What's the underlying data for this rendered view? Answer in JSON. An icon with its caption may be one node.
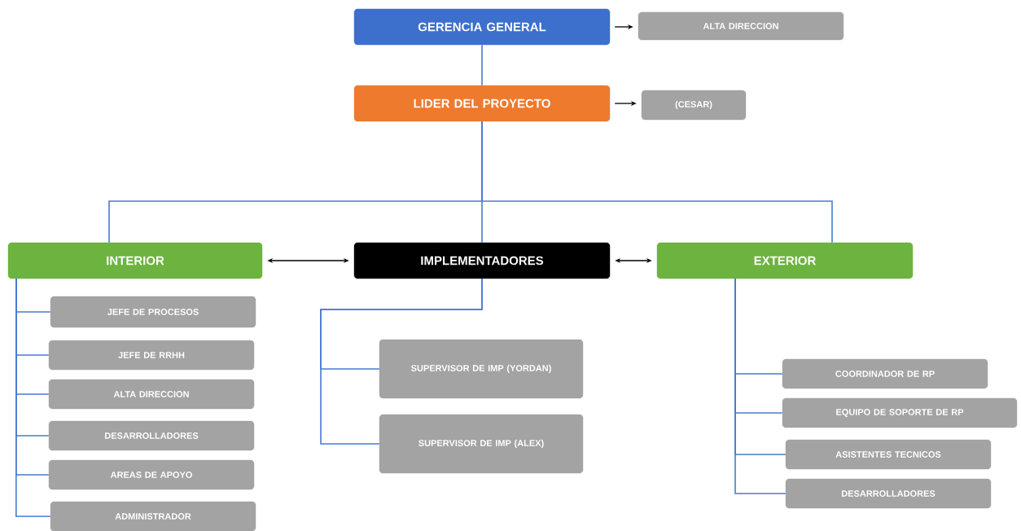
{
  "diagram": {
    "nodes": [
      {
        "text": [
          "GERENCIA GENERAL"
        ]
      },
      {
        "text": [
          "ALTA DIRECCION"
        ]
      },
      {
        "text": [
          "LIDER DEL PROYECTO"
        ]
      },
      {
        "text": [
          "(CESAR)"
        ]
      },
      {
        "text": [
          "INTERIOR"
        ]
      },
      {
        "text": [
          "IMPLEMENTADORES"
        ]
      },
      {
        "text": [
          "EXTERIOR"
        ]
      },
      {
        "text": [
          "JEFE DE PROCESOS"
        ]
      },
      {
        "text": [
          "JEFE DE RRHH"
        ]
      },
      {
        "text": [
          "ALTA DIRECCION"
        ]
      },
      {
        "text": [
          "DESARROLLADORES"
        ]
      },
      {
        "text": [
          "AREAS DE APOYO"
        ]
      },
      {
        "text": [
          "ADMINISTRADOR"
        ]
      },
      {
        "text": [
          "SUPERVISOR DE IMP (YORDAN)"
        ]
      },
      {
        "text": [
          "SUPERVISOR DE IMP (ALEX)"
        ]
      },
      {
        "text": [
          "COORDINADOR DE RP"
        ]
      },
      {
        "text": [
          "EQUIPO DE SOPORTE DE RP"
        ]
      },
      {
        "text": [
          "ASISTENTES TECNICOS"
        ]
      },
      {
        "text": [
          "DESARROLLADORES"
        ]
      }
    ],
    "edges": [
      {
        "from": 0,
        "to": 1,
        "arrow": "to",
        "color": "#000000"
      },
      {
        "from": 0,
        "to": 2,
        "arrow": "none"
      },
      {
        "from": 2,
        "to": 3,
        "arrow": "to",
        "color": "#000000"
      },
      {
        "from": 2,
        "to": 4,
        "arrow": "none"
      },
      {
        "from": 2,
        "to": 5,
        "arrow": "none"
      },
      {
        "from": 2,
        "to": 6,
        "arrow": "none"
      },
      {
        "from": 4,
        "to": 5,
        "arrow": "both",
        "color": "#000000"
      },
      {
        "from": 5,
        "to": 6,
        "arrow": "both",
        "color": "#000000"
      },
      {
        "from": 4,
        "to": 7,
        "arrow": "none"
      },
      {
        "from": 4,
        "to": 8,
        "arrow": "none"
      },
      {
        "from": 4,
        "to": 9,
        "arrow": "none"
      },
      {
        "from": 4,
        "to": 10,
        "arrow": "none"
      },
      {
        "from": 4,
        "to": 11,
        "arrow": "none"
      },
      {
        "from": 4,
        "to": 12,
        "arrow": "none"
      },
      {
        "from": 5,
        "to": 13,
        "arrow": "none"
      },
      {
        "from": 5,
        "to": 14,
        "arrow": "none"
      },
      {
        "from": 6,
        "to": 15,
        "arrow": "none"
      },
      {
        "from": 6,
        "to": 16,
        "arrow": "none"
      },
      {
        "from": 6,
        "to": 17,
        "arrow": "none"
      },
      {
        "from": 6,
        "to": 18,
        "arrow": "none"
      }
    ]
  }
}
